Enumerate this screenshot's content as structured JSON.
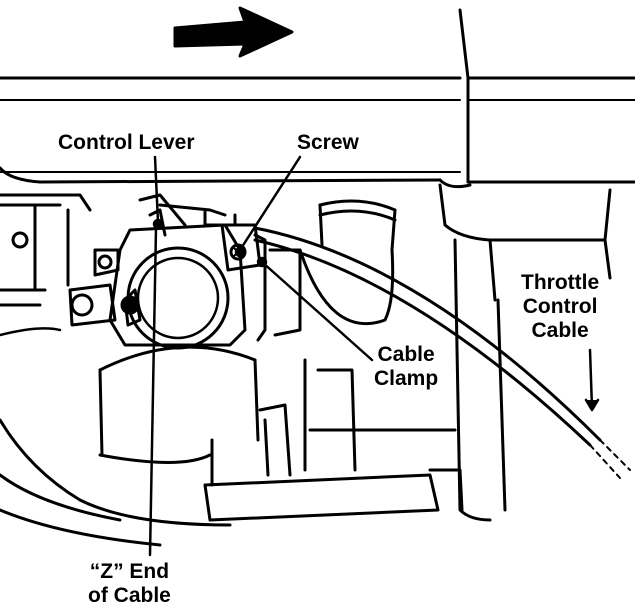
{
  "labels": {
    "control_lever": "Control Lever",
    "screw": "Screw",
    "throttle_cable": [
      "Throttle",
      "Control",
      "Cable"
    ],
    "cable_clamp": [
      "Cable",
      "Clamp"
    ],
    "z_end": [
      "“Z” End",
      "of Cable"
    ]
  },
  "direction_arrow": "right-arrow-icon",
  "colors": {
    "ink": "#000000",
    "paper": "#ffffff"
  }
}
